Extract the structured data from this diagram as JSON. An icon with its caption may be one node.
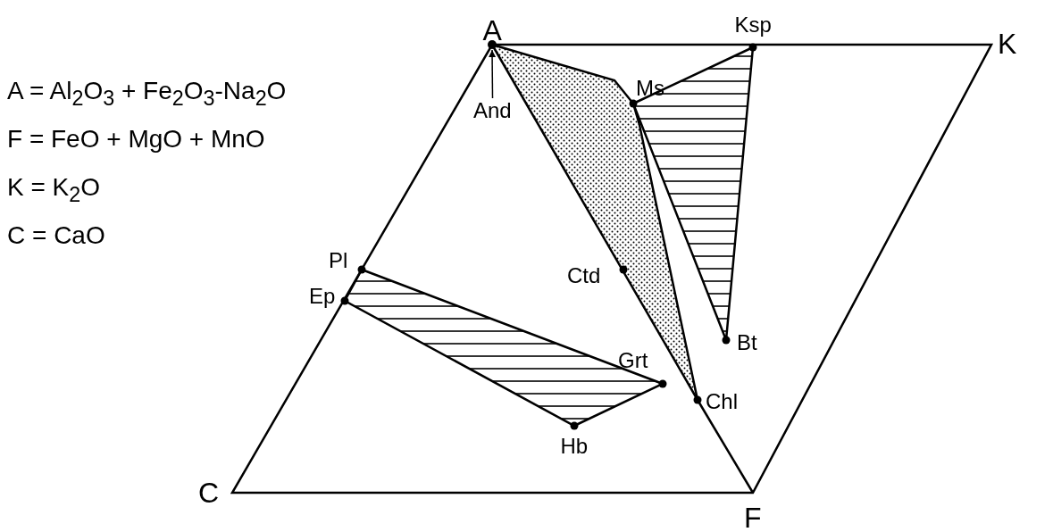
{
  "diagram": {
    "nodes": [
      {
        "text": [
          "And"
        ]
      },
      {
        "text": [],
        "shape": "circle"
      }
    ],
    "edges": [
      {
        "from": 0,
        "to": 1,
        "arrow": "to"
      }
    ],
    "labels": [
      "A",
      "Ksp",
      "K",
      "A = Al$_{2}$O$_{3}$ + Fe$_{2}$O$_{3}$-Na$_{2}$O",
      "Ms",
      "F = FeO + MgO + MnO",
      "K = K$_{2}$O",
      "C = CaO",
      "Pl",
      "Ctd",
      "Ep",
      "Bt",
      "Grt",
      "Chl",
      "Hb",
      "C",
      "F"
    ]
  }
}
